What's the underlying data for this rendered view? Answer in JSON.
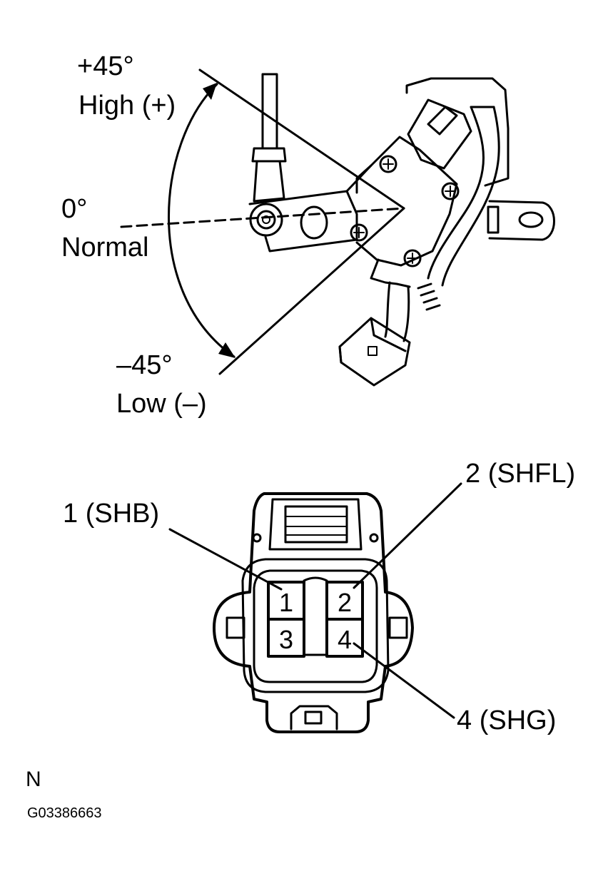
{
  "angle_labels": {
    "high_angle": "+45°",
    "high_text": "High (+)",
    "normal_angle": "0°",
    "normal_text": "Normal",
    "low_angle": "–45°",
    "low_text": "Low (–)"
  },
  "connector": {
    "pins": [
      "1",
      "2",
      "3",
      "4"
    ],
    "callouts": {
      "pin1": "1 (SHB)",
      "pin2": "2 (SHFL)",
      "pin4": "4 (SHG)"
    }
  },
  "footer": {
    "letter": "N",
    "code": "G03386663"
  }
}
